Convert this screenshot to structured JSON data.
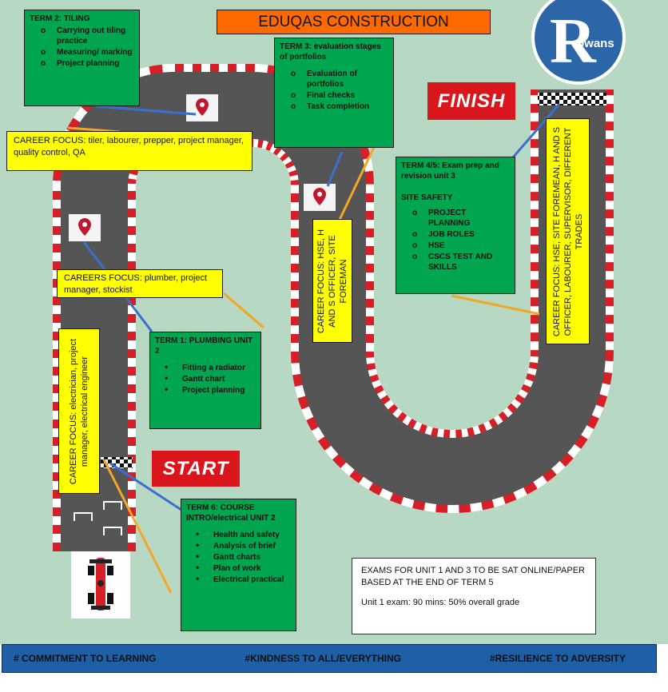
{
  "title": "EDUQAS CONSTRUCTION",
  "logo_text": "owans",
  "signs": {
    "finish": "FINISH",
    "start": "START"
  },
  "term2": {
    "title": "TERM 2: TILING",
    "items": [
      "Carrying out tiling practice",
      "Measuring/ marking",
      "Project planning"
    ]
  },
  "career_focus_1": "CAREER FOCUS: tiler, labourer, prepper, project manager, quality control, QA",
  "term3": {
    "title": "TERM 3: evaluation stages of portfolios",
    "items": [
      "Evaluation of portfolios",
      "Final checks",
      "Task completion"
    ]
  },
  "term45": {
    "title": "TERM 4/5: Exam prep and revision unit 3",
    "subtitle": "SITE SAFETY",
    "items": [
      "PROJECT PLANNING",
      "JOB ROLES",
      "HSE",
      "CSCS TEST AND SKILLS"
    ]
  },
  "careers_focus_2": "CAREERS FOCUS: plumber, project manager, stockist",
  "term1": {
    "title": "TERM 1: PLUMBING UNIT 2",
    "items": [
      "Fitting a radiator",
      "Gantt chart",
      "Project planning"
    ]
  },
  "career_focus_vert_left": "CAREER FOCUS: electrician, project manager, electrical engineer",
  "career_focus_vert_mid": "CAREER FOCUS: HSE, H AND S OFFICER, SITE FOREMAN",
  "career_focus_vert_right": "CAREER FOCUS: HSE, SITE FOREMEAN, H AND S OFFICER, LABOURER, SUPERVISOR, DIFFERENT TRADES",
  "term6": {
    "title": "TERM 6: COURSE INTRO/electrical UNIT 2",
    "items": [
      "Health and safety",
      "Analysis of brief",
      "Gantt charts",
      "Plan of work",
      "Electrical practical"
    ]
  },
  "exams": {
    "line1": "EXAMS FOR UNIT 1 AND 3 TO BE SAT ONLINE/PAPER BASED AT THE END OF TERM 5",
    "line2": "Unit 1 exam: 90 mins: 50% overall grade"
  },
  "footer": [
    "# COMMITMENT TO LEARNING",
    "#KINDNESS TO ALL/EVERYTHING",
    "#RESILIENCE TO ADVERSITY"
  ],
  "colors": {
    "background": "#b7d9c3",
    "track": "#555555",
    "curb_red": "#d61f26",
    "green_box": "#00a64f",
    "yellow_box": "#ffff00",
    "banner_orange": "#ff6a00",
    "footer_blue": "#1f5fa8",
    "logo_blue": "#2b67a8"
  }
}
